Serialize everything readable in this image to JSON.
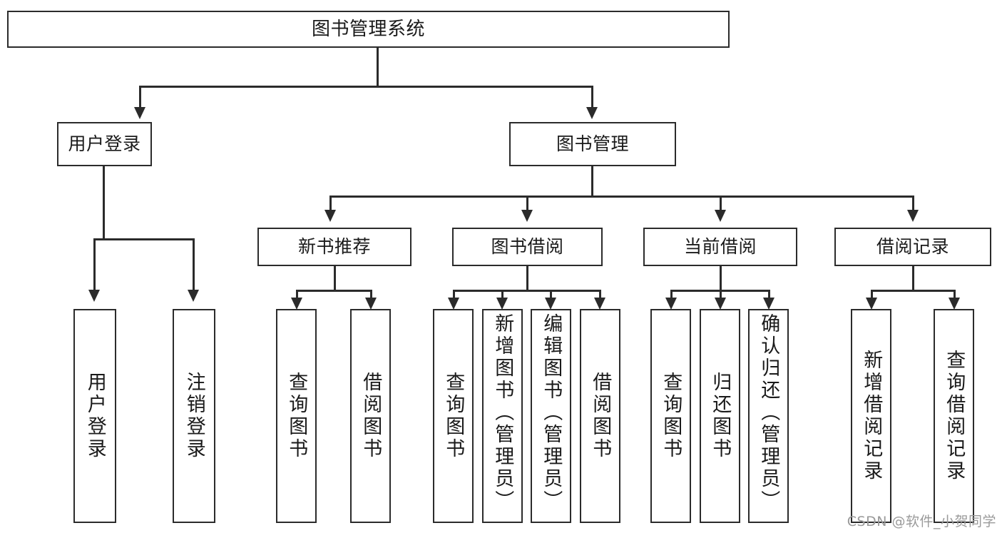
{
  "diagram": {
    "title": "图书管理系统",
    "type": "hierarchy-tree",
    "watermark": "CSDN @软件_小贺同学",
    "colors": {
      "stroke": "#2b2b2b",
      "fill": "#ffffff",
      "text": "#1a1a1a",
      "watermark": "#9a9a9a"
    },
    "nodes": {
      "root": {
        "label": "图书管理系统"
      },
      "level2": [
        {
          "id": "user-login",
          "label": "用户登录"
        },
        {
          "id": "book-management",
          "label": "图书管理"
        }
      ],
      "level3": [
        {
          "id": "new-book-recommend",
          "label": "新书推荐"
        },
        {
          "id": "book-borrow",
          "label": "图书借阅"
        },
        {
          "id": "current-borrow",
          "label": "当前借阅"
        },
        {
          "id": "borrow-record",
          "label": "借阅记录"
        }
      ],
      "leaves": {
        "user_login": [
          {
            "id": "leaf-user-login",
            "label": "用户登录"
          },
          {
            "id": "leaf-logout-login",
            "label": "注销登录"
          }
        ],
        "new_book_recommend": [
          {
            "id": "leaf-query-book-1",
            "label": "查询图书"
          },
          {
            "id": "leaf-borrow-book-1",
            "label": "借阅图书"
          }
        ],
        "book_borrow": [
          {
            "id": "leaf-query-book-2",
            "label": "查询图书"
          },
          {
            "id": "leaf-add-book",
            "label": "新增图书（管理员）"
          },
          {
            "id": "leaf-edit-book",
            "label": "编辑图书（管理员）"
          },
          {
            "id": "leaf-borrow-book-2",
            "label": "借阅图书"
          }
        ],
        "current_borrow": [
          {
            "id": "leaf-query-book-3",
            "label": "查询图书"
          },
          {
            "id": "leaf-return-book",
            "label": "归还图书"
          },
          {
            "id": "leaf-confirm-return",
            "label": "确认归还（管理员）"
          }
        ],
        "borrow_record": [
          {
            "id": "leaf-add-borrow-record",
            "label": "新增借阅记录"
          },
          {
            "id": "leaf-query-borrow-record",
            "label": "查询借阅记录"
          }
        ]
      }
    },
    "edges": [
      {
        "from": "图书管理系统",
        "to": "用户登录"
      },
      {
        "from": "图书管理系统",
        "to": "图书管理"
      },
      {
        "from": "用户登录",
        "to": "用户登录"
      },
      {
        "from": "用户登录",
        "to": "注销登录"
      },
      {
        "from": "图书管理",
        "to": "新书推荐"
      },
      {
        "from": "图书管理",
        "to": "图书借阅"
      },
      {
        "from": "图书管理",
        "to": "当前借阅"
      },
      {
        "from": "图书管理",
        "to": "借阅记录"
      },
      {
        "from": "新书推荐",
        "to": "查询图书"
      },
      {
        "from": "新书推荐",
        "to": "借阅图书"
      },
      {
        "from": "图书借阅",
        "to": "查询图书"
      },
      {
        "from": "图书借阅",
        "to": "新增图书（管理员）"
      },
      {
        "from": "图书借阅",
        "to": "编辑图书（管理员）"
      },
      {
        "from": "图书借阅",
        "to": "借阅图书"
      },
      {
        "from": "当前借阅",
        "to": "查询图书"
      },
      {
        "from": "当前借阅",
        "to": "归还图书"
      },
      {
        "from": "当前借阅",
        "to": "确认归还（管理员）"
      },
      {
        "from": "借阅记录",
        "to": "新增借阅记录"
      },
      {
        "from": "借阅记录",
        "to": "查询借阅记录"
      }
    ]
  }
}
